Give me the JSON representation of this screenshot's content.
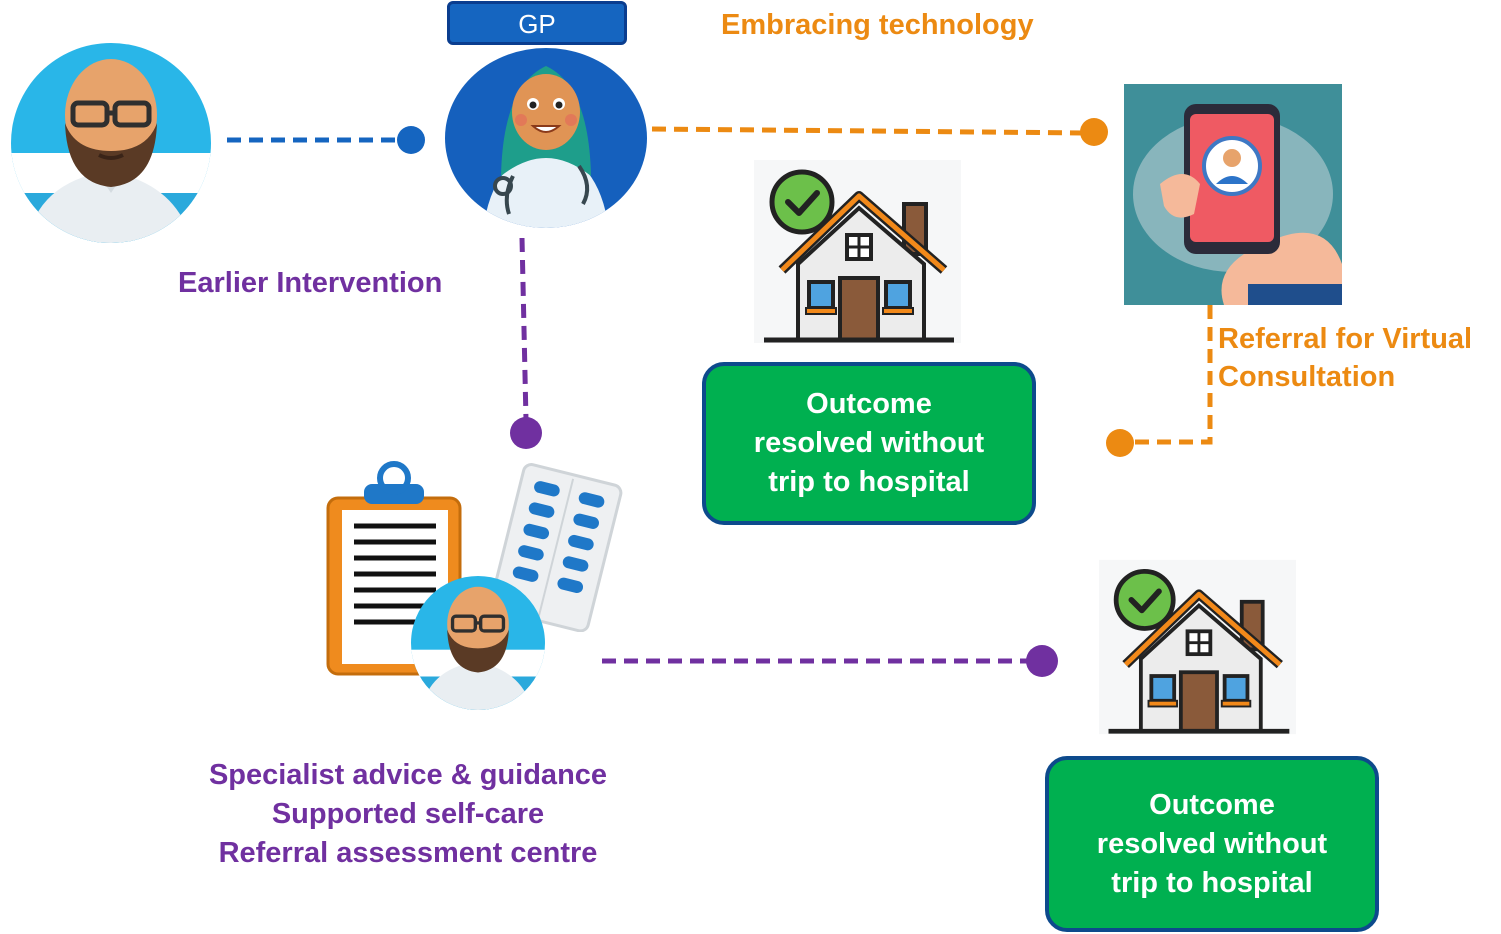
{
  "gp_tag": "GP",
  "embracing_technology": "Embracing technology",
  "earlier_intervention": "Earlier Intervention",
  "referral_virtual": [
    "Referral for Virtual",
    "Consultation"
  ],
  "outcome_1": [
    "Outcome",
    "resolved without",
    "trip to hospital"
  ],
  "outcome_2": [
    "Outcome",
    "resolved without",
    "trip to hospital"
  ],
  "specialist_lines": [
    "Specialist advice & guidance",
    "Supported self-care",
    "Referral assessment centre"
  ],
  "colors": {
    "orange": "#ec8a12",
    "purple": "#7030a0",
    "blue": "#1565c0",
    "green": "#00b050"
  },
  "icons": [
    "patient-avatar-icon",
    "gp-doctor-icon",
    "house-check-icon",
    "phone-consultation-icon",
    "clipboard-icon",
    "pill-pack-icon"
  ]
}
